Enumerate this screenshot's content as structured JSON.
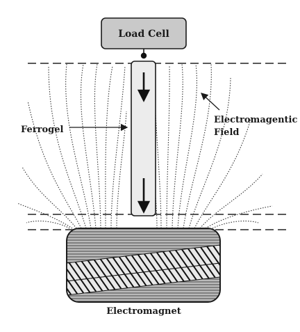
{
  "diagram": {
    "labels": {
      "load_cell": "Load Cell",
      "ferrogel": "Ferrogel",
      "field_line1": "Electromagentic",
      "field_line2": "Field",
      "electromagnet": "Electromagnet"
    },
    "colors": {
      "box_fill": "#c9c9c9",
      "rod_fill": "#ececec",
      "stroke": "#1a1a1a",
      "coil_fill": "#b9b9b9"
    }
  }
}
